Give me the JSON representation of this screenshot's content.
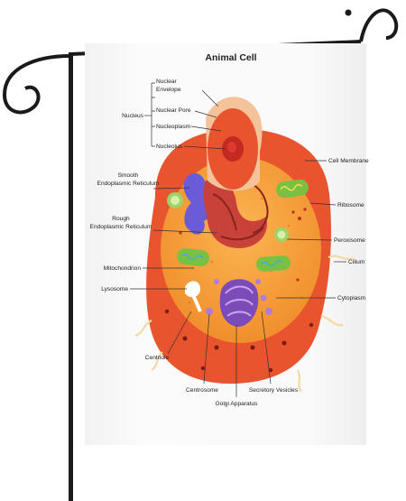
{
  "diagram": {
    "title": "Animal Cell",
    "labels": {
      "nucleus": "Nucleus",
      "nuclear_envelope_1": "Nuclear",
      "nuclear_envelope_2": "Envelope",
      "nuclear_pore": "Nuclear Pore",
      "nucleoplasm": "Nucleoplasm",
      "nucleolus": "Nucleolus",
      "smooth_er_1": "Smooth",
      "smooth_er_2": "Endoplasmic Reticulum",
      "rough_er_1": "Rough",
      "rough_er_2": "Endoplasmic Reticulum",
      "mitochondrion": "Mitochondrion",
      "lysosome": "Lysosome",
      "centriole": "Centriole",
      "centrosome": "Centrosome",
      "golgi": "Golgi Apparatus",
      "secretory": "Secretory Vesicles",
      "cell_membrane": "Cell Membrane",
      "ribosome": "Ribosome",
      "peroxisome": "Peroxisome",
      "cilium": "Cilium",
      "cytoplasm": "Cytoplasm"
    }
  },
  "colors": {
    "membrane": "#e8542e",
    "cytoplasm": "#f6a23c",
    "nucleus": "#e8542e",
    "golgi": "#7b4bb8",
    "mitochondria": "#7ac143",
    "pole": "#1a1a1a"
  }
}
